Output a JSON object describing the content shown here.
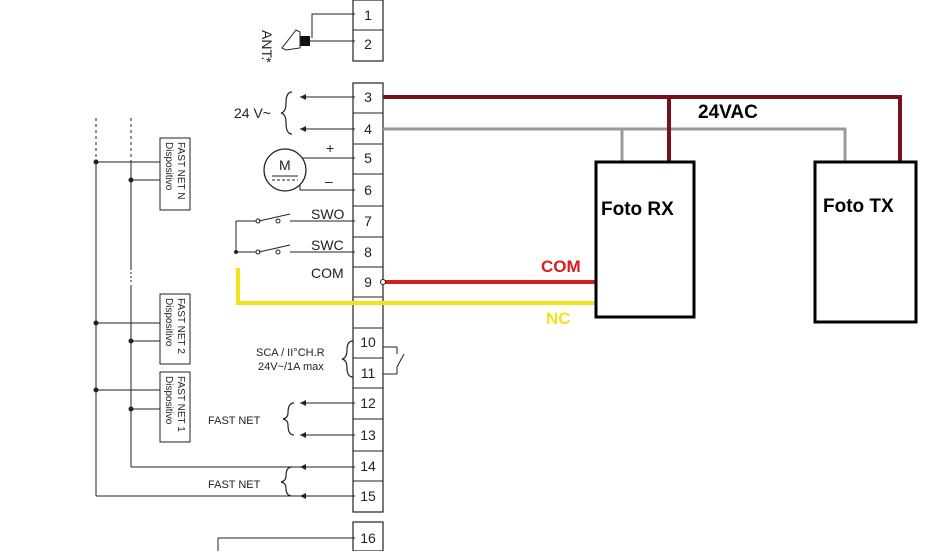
{
  "terminals": [
    "1",
    "2",
    "3",
    "4",
    "5",
    "6",
    "7",
    "8",
    "9",
    "10",
    "11",
    "12",
    "13",
    "14",
    "15",
    "16"
  ],
  "antenna_label": "ANT.",
  "antenna_star": "*",
  "supply_label": "24 V~",
  "motor_label": "M",
  "motor_plus": "+",
  "motor_minus": "–",
  "swo_label": "SWO",
  "swc_label": "SWC",
  "com_label": "COM",
  "sca_label": "SCA / II°CH.R",
  "sca_rating": "24V~/1A max",
  "fastnet_label_1": "FAST NET",
  "fastnet_label_2": "FAST NET",
  "dev_n_line1": "Dispositivo",
  "dev_n_line2": "FAST NET N",
  "dev_2_line1": "Dispositivo",
  "dev_2_line2": "FAST NET 2",
  "dev_1_line1": "Dispositivo",
  "dev_1_line2": "FAST NET 1",
  "vac_label": "24VAC",
  "foto_rx_label": "Foto RX",
  "foto_tx_label": "Foto TX",
  "com_wire_label": "COM",
  "nc_wire_label": "NC",
  "colors": {
    "supply_wire": "#7a0f1e",
    "neutral_wire": "#9a9a9a",
    "com_wire": "#d42020",
    "nc_wire": "#f2e21e",
    "line": "#222222"
  }
}
